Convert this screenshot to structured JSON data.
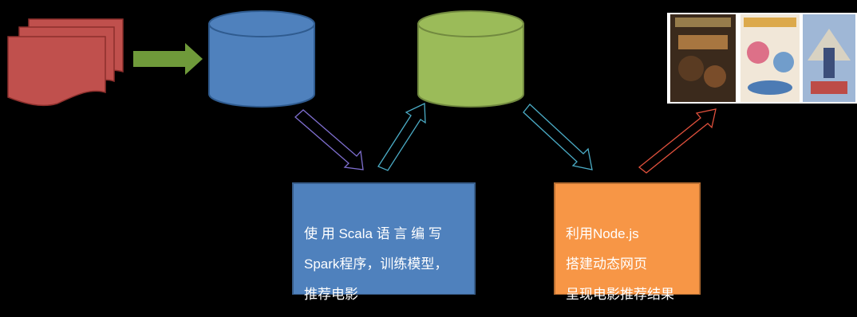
{
  "diagram": {
    "scala_box": {
      "lines": [
        "使 用 Scala 语 言 编 写",
        "Spark程序，训练模型，",
        "推荐电影"
      ],
      "fill": "#4f81bd",
      "stroke": "#385d8a"
    },
    "node_box": {
      "lines": [
        "利用Node.js",
        "搭建动态网页",
        "呈现电影推荐结果"
      ],
      "fill": "#f79646",
      "stroke": "#b66d31"
    },
    "colors": {
      "documents": "#c0504d",
      "blue_db": "#4f81bd",
      "green_db": "#9bbb59",
      "green_arrow": "#6f9a3a",
      "purple_arrow": "#7f6fd0",
      "cyan_arrow": "#4bacc6",
      "red_arrow": "#e0503c"
    },
    "posters": [
      {
        "name": "poster-mccabe",
        "colors": [
          "#3b2a1c",
          "#8a5a2e",
          "#c48a4a"
        ]
      },
      {
        "name": "poster-musical",
        "colors": [
          "#f1e7d8",
          "#d95a7a",
          "#5a8fc9"
        ]
      },
      {
        "name": "poster-man-of-the-century",
        "colors": [
          "#9fb7d6",
          "#d8d2c2",
          "#3c4e7a"
        ]
      }
    ]
  }
}
